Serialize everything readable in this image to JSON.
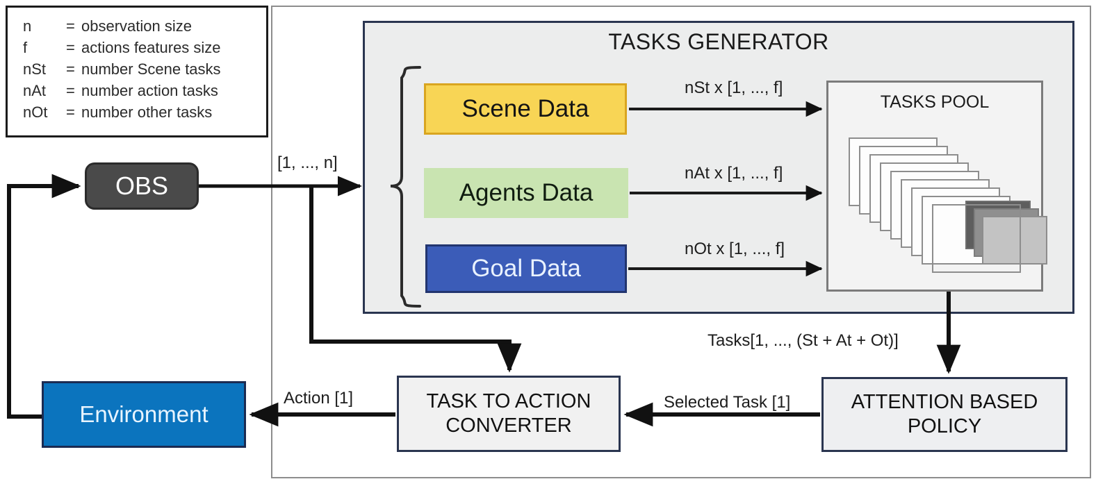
{
  "legend": {
    "rows": [
      {
        "key": "n",
        "eq": "=",
        "value": "observation size"
      },
      {
        "key": "f",
        "eq": "=",
        "value": "actions features size"
      },
      {
        "key": "nSt",
        "eq": "=",
        "value": "number Scene tasks"
      },
      {
        "key": "nAt",
        "eq": "=",
        "value": "number action tasks"
      },
      {
        "key": "nOt",
        "eq": "=",
        "value": "number other tasks"
      }
    ]
  },
  "nodes": {
    "obs": "OBS",
    "environment": "Environment",
    "tasks_generator_title": "TASKS GENERATOR",
    "tasks_pool_title": "TASKS POOL",
    "scene_data": "Scene Data",
    "agents_data": "Agents Data",
    "goal_data": "Goal Data",
    "task_to_action_converter_line1": "TASK TO ACTION",
    "task_to_action_converter_line2": "CONVERTER",
    "attention_based_policy_line1": "ATTENTION BASED",
    "attention_based_policy_line2": "POLICY"
  },
  "edge_labels": {
    "obs_to_generator": "[1, ..., n]",
    "scene_to_pool": "nSt x [1, ..., f]",
    "agents_to_pool": "nAt x [1, ..., f]",
    "goal_to_pool": "nOt x [1, ..., f]",
    "pool_to_policy": "Tasks[1, ..., (St + At + Ot)]",
    "policy_to_converter": "Selected Task [1]",
    "converter_to_environment": "Action [1]"
  },
  "colors": {
    "scene_fill": "#F8D555",
    "scene_border": "#D9A520",
    "agents_fill": "#C9E4B1",
    "goal_fill": "#3B5CB8",
    "goal_border": "#22356F",
    "obs_fill": "#4A4A4A",
    "environment_fill": "#0B74BE",
    "panel_fill": "#ECEDED",
    "panel_border": "#2A3550",
    "stroke": "#111111"
  }
}
